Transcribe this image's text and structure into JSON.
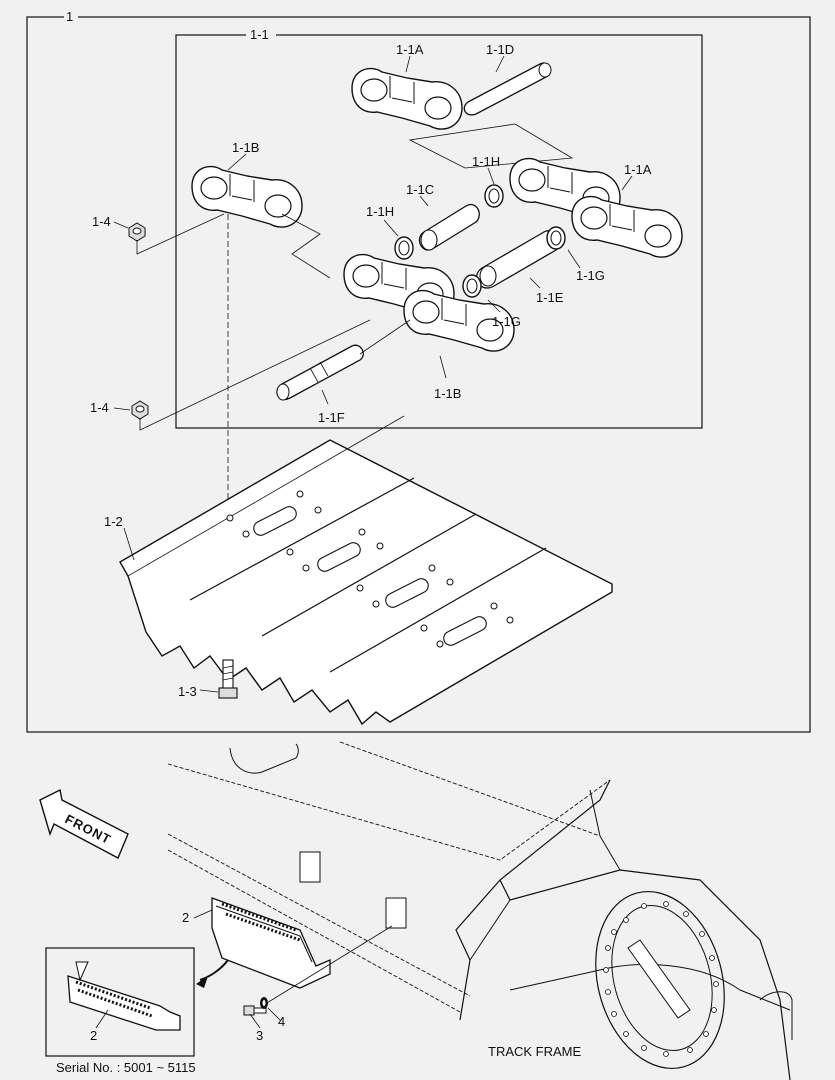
{
  "diagram": {
    "labels": {
      "assembly": "1",
      "subassembly": "1-1",
      "link_left_top": "1-1A",
      "link_left_right": "1-1A",
      "pin_top": "1-1D",
      "link_right_top": "1-1B",
      "bushing": "1-1C",
      "seal_h_top": "1-1H",
      "seal_h_left": "1-1H",
      "seal_g_right": "1-1G",
      "seal_g_mid": "1-1G",
      "bushing_long": "1-1E",
      "pin_bottom": "1-1F",
      "link_right_bottom": "1-1B",
      "nut_upper": "1-4",
      "nut_lower": "1-4",
      "shoe": "1-2",
      "bolt": "1-3",
      "step_main": "2",
      "step_inset": "2",
      "bolt_step": "3",
      "washer_step": "4"
    },
    "front_arrow": "FRONT",
    "track_frame": "TRACK FRAME",
    "serial": "Serial No. : 5001 ~ 5115"
  },
  "colors": {
    "background": "#f1f1f1",
    "line": "#111111",
    "fill": "#ffffff",
    "shade": "#bdbdbd"
  }
}
